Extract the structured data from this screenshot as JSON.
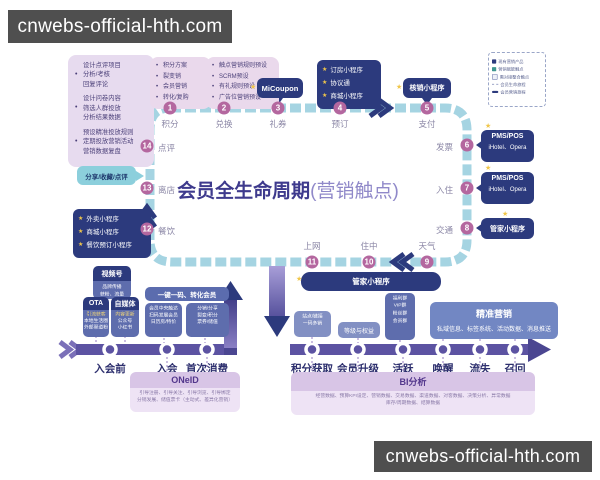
{
  "watermark_top": "cnwebs-official-hth.com",
  "watermark_bottom": "cnwebs-official-hth.com",
  "icons": {
    "star": "★"
  },
  "title": {
    "main": "会员全生命周期",
    "sub": "(营销触点)"
  },
  "review_box": {
    "groups": [
      [
        "设计点评项目",
        "分析/考核",
        "回复评论"
      ],
      [
        "设计问卷内容",
        "筛选人群投放",
        "分析结果数据"
      ],
      [
        "预设精准投放规则",
        "定期投放营销活动",
        "营销数据复盘"
      ]
    ]
  },
  "plan_box": {
    "items": [
      "积分方案",
      "裂变销",
      "会员营销",
      "转化/复购"
    ]
  },
  "preset_box": {
    "items": [
      "触点营销规则预设",
      "SCRM预设",
      "有礼规则预设",
      "广告位营销预设"
    ]
  },
  "micoupon_label": "MiCoupon",
  "booking_box": {
    "items": [
      "订房小程序",
      "协议通",
      "商城小程序"
    ]
  },
  "verify_box_label": "核销小程序",
  "legend": {
    "items": [
      "现有营销产品",
      "营销赋能触点",
      "需对接整合触点",
      "会员生命旅程",
      "会员营销旅程"
    ]
  },
  "loop": {
    "points": [
      {
        "num": "1",
        "label": "积分"
      },
      {
        "num": "2",
        "label": "兑换"
      },
      {
        "num": "3",
        "label": "礼券"
      },
      {
        "num": "4",
        "label": "预订"
      },
      {
        "num": "5",
        "label": "支付"
      },
      {
        "num": "6",
        "label": "发票"
      },
      {
        "num": "7",
        "label": "入住"
      },
      {
        "num": "8",
        "label": "交通"
      },
      {
        "num": "9",
        "label": "天气"
      },
      {
        "num": "10",
        "label": "住中"
      },
      {
        "num": "11",
        "label": "上网"
      },
      {
        "num": "12",
        "label": "餐饮"
      },
      {
        "num": "13",
        "label": "离店"
      },
      {
        "num": "14",
        "label": "点评"
      }
    ]
  },
  "pms_box": {
    "line1": "PMS/POS",
    "line2": "iHotel、Opera"
  },
  "butler_label": "管家小程序",
  "share_box_label": "分享/收藏/点评",
  "takeout_box": {
    "items": [
      "外卖小程序",
      "商城小程序",
      "餐饮预订小程序"
    ]
  },
  "video_box": {
    "title": "视频号",
    "lines": [
      "品牌传播",
      "获粉、流量"
    ]
  },
  "ota_box": {
    "title": "OTA",
    "lines": [
      "引流获客",
      "本地生活圈",
      "外部渠道粉"
    ]
  },
  "media_box": {
    "title": "自媒体",
    "lines": [
      "内容更新",
      "公众号",
      "小红书"
    ]
  },
  "convert_box": {
    "title": "一键一码、转化会员",
    "left": [
      "会员中央触达",
      "扫码发展会员",
      "日历房/特价"
    ],
    "right": [
      "分销/分享",
      "裂变/积分",
      "票券/储值"
    ]
  },
  "site_box": {
    "lines": [
      "站点/链接",
      "一码多销"
    ]
  },
  "level_box_label": "等级与权益",
  "group_box": {
    "lines": [
      "福利群",
      "VIP群",
      "粉丝群",
      "会员群"
    ]
  },
  "precision_box": {
    "title": "精准营销",
    "desc": "私域信息、标签系统、活动数据、消息推送"
  },
  "timeline_left": {
    "stages": [
      "入会前",
      "入会",
      "首次消费"
    ]
  },
  "timeline_right": {
    "stages": [
      "积分获取",
      "会员升级",
      "活跃",
      "唤醒",
      "流失",
      "召回"
    ]
  },
  "oneid_box": {
    "title": "ONeID",
    "lines": [
      "引导注册、引导关注、引导浏览、引导绑定",
      "分销发展、储值票卡（主动式、差异化营销）"
    ]
  },
  "bi_box": {
    "title": "BI分析",
    "lines": [
      "经营数据、预算KPI设定、营销数据、交易数据、渠道数据、对客数据、决策分析、异常数据",
      "库存/周期数据、结算数据"
    ]
  }
}
